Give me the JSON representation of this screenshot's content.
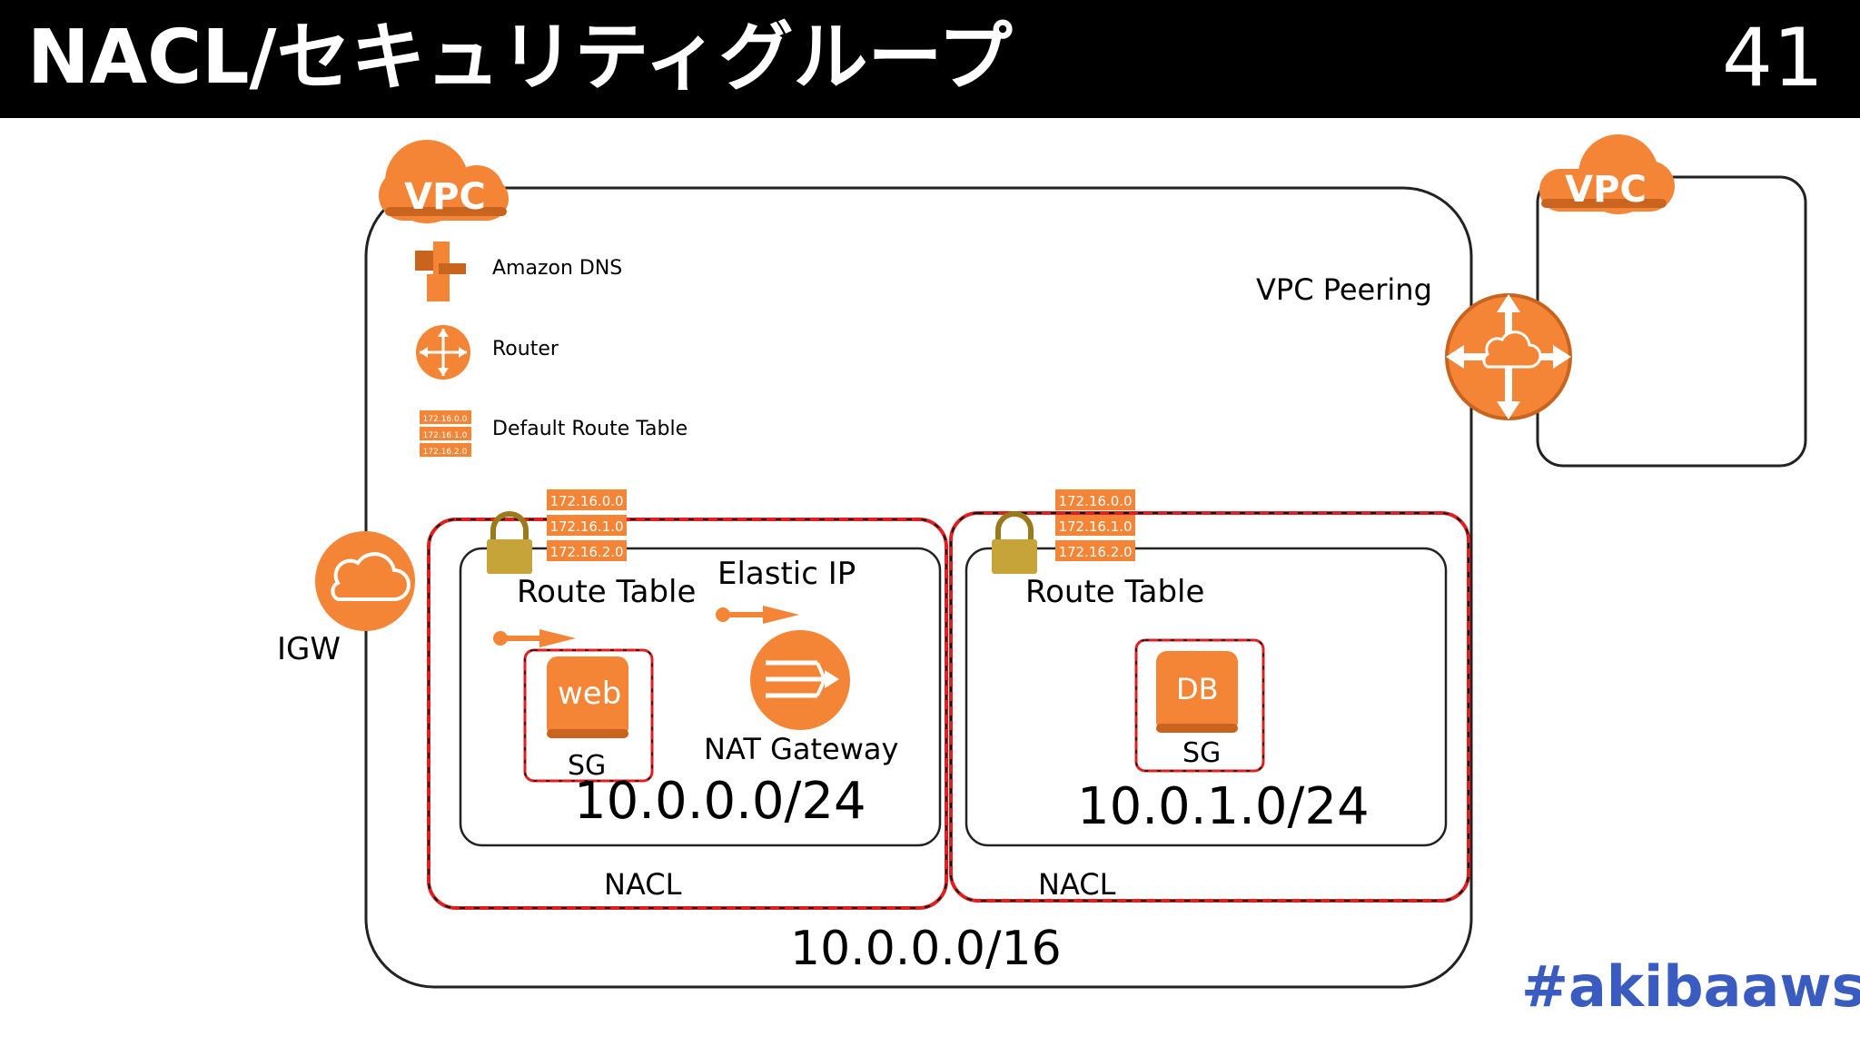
{
  "header": {
    "title": "NACL/セキュリティグループ",
    "slide_number": "41"
  },
  "vpc_main": {
    "badge": "VPC",
    "cidr": "10.0.0.0/16"
  },
  "vpc_peer": {
    "badge": "VPC"
  },
  "legend": {
    "dns": "Amazon DNS",
    "router": "Router",
    "default_route_table": "Default Route Table",
    "route_table_icon_rows": [
      "172.16.0.0",
      "172.16.1.0",
      "172.16.2.0"
    ]
  },
  "peering": {
    "label": "VPC Peering"
  },
  "igw": {
    "label": "IGW"
  },
  "subnet_public": {
    "route_table": "Route Table",
    "elastic_ip": "Elastic IP",
    "instance": "web",
    "sg": "SG",
    "nat": "NAT Gateway",
    "cidr": "10.0.0.0/24",
    "nacl": "NACL"
  },
  "subnet_private": {
    "route_table": "Route Table",
    "instance": "DB",
    "sg": "SG",
    "cidr": "10.0.1.0/24",
    "nacl": "NACL"
  },
  "colors": {
    "aws_orange": "#f58536",
    "nacl_red": "#e02020",
    "hashtag": "#3a5bbf"
  },
  "hashtag": "#akibaaws"
}
